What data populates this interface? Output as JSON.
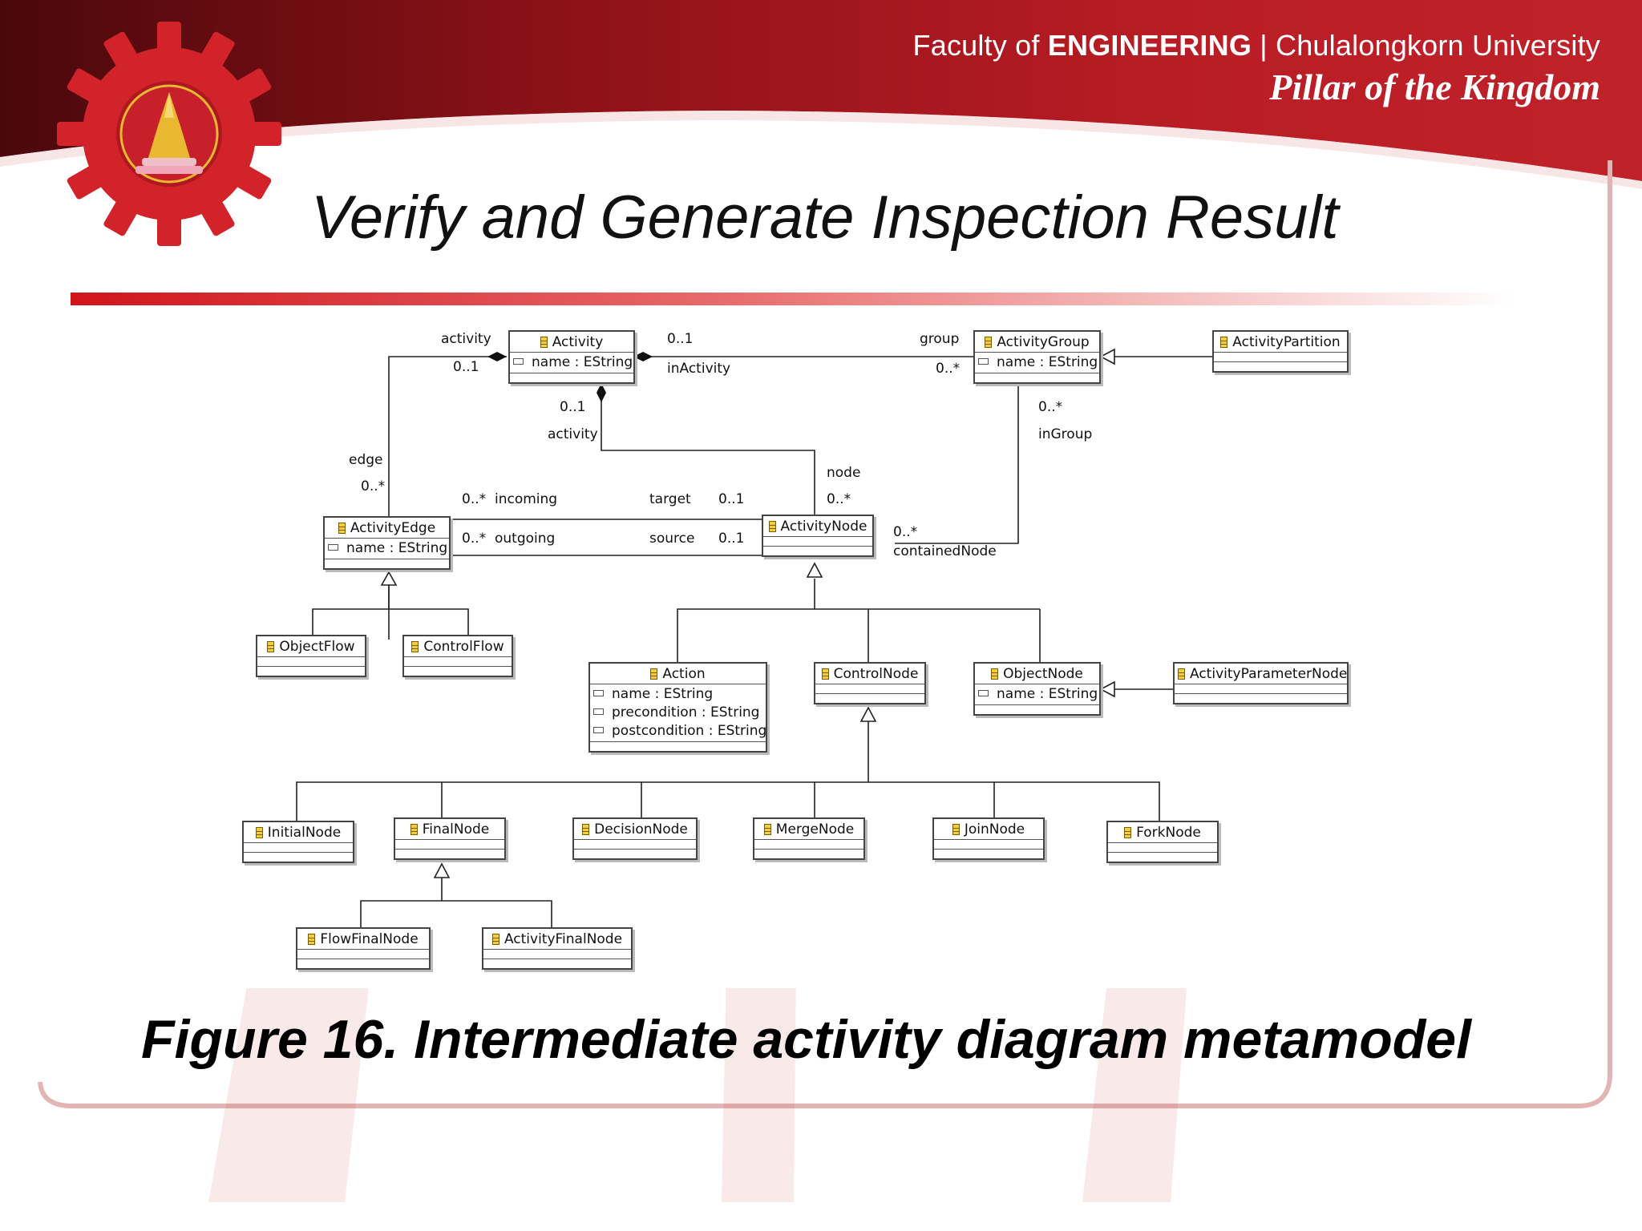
{
  "header": {
    "faculty_prefix": "Faculty of ",
    "faculty_bold": "ENGINEERING",
    "faculty_suffix": " | Chulalongkorn University",
    "motto": "Pillar of the Kingdom"
  },
  "slide": {
    "title": "Verify and Generate Inspection Result",
    "caption": "Figure 16. Intermediate activity diagram metamodel"
  },
  "colors": {
    "header_red": "#b01820",
    "header_dark": "#5a0c10",
    "logo_red": "#d2232a",
    "accent_gold": "#e8b830"
  },
  "icons": {
    "logo": "gear-emblem-icon",
    "class": "class-icon",
    "attribute": "attribute-icon"
  },
  "classes": {
    "activity": {
      "name": "Activity",
      "attrs": [
        "name : EString"
      ]
    },
    "activity_group": {
      "name": "ActivityGroup",
      "attrs": [
        "name : EString"
      ]
    },
    "activity_partition": {
      "name": "ActivityPartition"
    },
    "activity_edge": {
      "name": "ActivityEdge",
      "attrs": [
        "name : EString"
      ]
    },
    "activity_node": {
      "name": "ActivityNode"
    },
    "object_flow": {
      "name": "ObjectFlow"
    },
    "control_flow": {
      "name": "ControlFlow"
    },
    "action": {
      "name": "Action",
      "attrs": [
        "name : EString",
        "precondition : EString",
        "postcondition : EString"
      ]
    },
    "control_node": {
      "name": "ControlNode"
    },
    "object_node": {
      "name": "ObjectNode",
      "attrs": [
        "name : EString"
      ]
    },
    "activity_parameter_node": {
      "name": "ActivityParameterNode"
    },
    "initial_node": {
      "name": "InitialNode"
    },
    "final_node": {
      "name": "FinalNode"
    },
    "decision_node": {
      "name": "DecisionNode"
    },
    "merge_node": {
      "name": "MergeNode"
    },
    "join_node": {
      "name": "JoinNode"
    },
    "fork_node": {
      "name": "ForkNode"
    },
    "flow_final_node": {
      "name": "FlowFinalNode"
    },
    "activity_final_node": {
      "name": "ActivityFinalNode"
    }
  },
  "labels": {
    "activity_role_top": "activity",
    "mult_activity_01": "0..1",
    "mult_group_01": "0..1",
    "in_activity": "inActivity",
    "group": "group",
    "mult_group_many": "0..*",
    "mult_node_activity_01": "0..1",
    "node_activity": "activity",
    "mult_ingroup": "0..*",
    "in_group": "inGroup",
    "edge": "edge",
    "mult_edge": "0..*",
    "node": "node",
    "mult_node": "0..*",
    "mult_incoming": "0..*",
    "incoming": "incoming",
    "target": "target",
    "mult_target": "0..1",
    "mult_outgoing": "0..*",
    "outgoing": "outgoing",
    "source": "source",
    "mult_source": "0..1",
    "mult_contained": "0..*",
    "contained_node": "containedNode"
  }
}
